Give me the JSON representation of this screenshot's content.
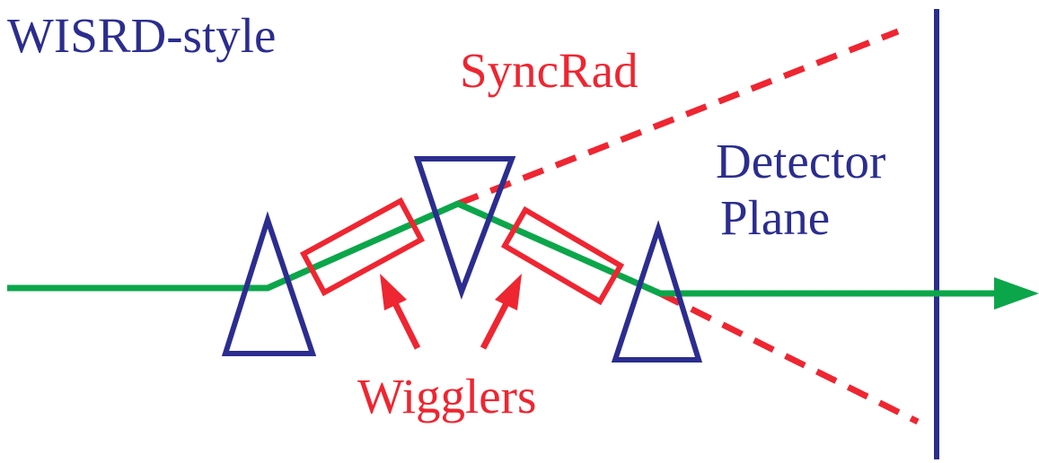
{
  "labels": {
    "title": "WISRD-style",
    "syncrad": "SyncRad",
    "detector_line1": "Detector",
    "detector_line2": "Plane",
    "wigglers": "Wigglers"
  },
  "colors": {
    "navy": "#2b2d8f",
    "red": "#ee2631",
    "green": "#0ca64a"
  }
}
